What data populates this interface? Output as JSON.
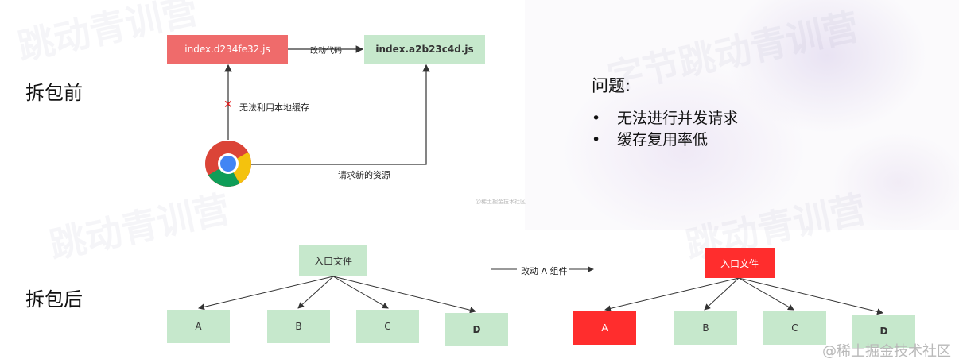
{
  "before": {
    "label": "拆包前",
    "file_old": "index.d234fe32.js",
    "file_new": "index.a2b23c4d.js",
    "change_code": "改动代码",
    "cache_fail_mark": "✕",
    "cache_fail": "无法利用本地缓存",
    "request_new": "请求新的资源",
    "source_mark": "@稀土掘金技术社区"
  },
  "problems": {
    "title": "问题:",
    "items": [
      "无法进行并发请求",
      "缓存复用率低"
    ],
    "bullet": "•"
  },
  "after": {
    "label": "拆包后",
    "entry": "入口文件",
    "change_arrow": "改动 A 组件",
    "chunks": [
      "A",
      "B",
      "C",
      "D"
    ],
    "changed_chunk": "A"
  },
  "footer": {
    "watermark": "@稀土掘金技术社区"
  },
  "colors": {
    "green_box": "#c6e8cc",
    "red_soft": "#ef6b6b",
    "red": "#ff2d2d"
  }
}
